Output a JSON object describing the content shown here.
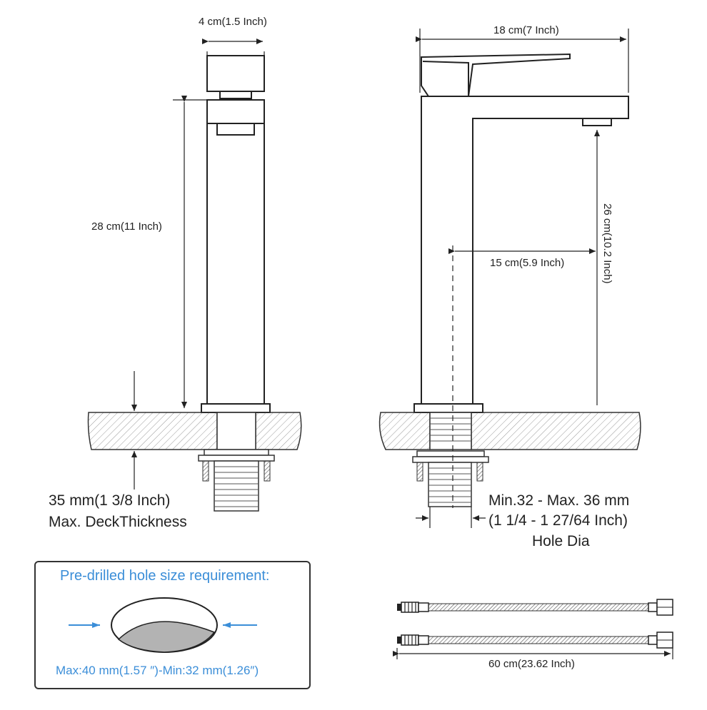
{
  "dimensions": {
    "top_width": "4 cm(1.5 Inch)",
    "overall_height": "28 cm(11 Inch)",
    "spout_length": "18 cm(7 Inch)",
    "spout_height": "26 cm(10.2 Inch)",
    "reach": "15 cm(5.9 Inch)"
  },
  "deck": {
    "line1": "35 mm(1 3/8 Inch)",
    "line2": "Max. DeckThickness"
  },
  "hole": {
    "line1": "Min.32 - Max. 36 mm",
    "line2": "(1 1/4 - 1 27/64 Inch)",
    "line3": "Hole Dia"
  },
  "predrill": {
    "title": "Pre-drilled hole size requirement:",
    "range": "Max:40 mm(1.57 ″)-Min:32 mm(1.26″)"
  },
  "hose": {
    "length": "60 cm(23.62 Inch)"
  },
  "colors": {
    "line": "#222222",
    "accent": "#3b8ed8",
    "hatch": "#9a9a9a",
    "hole_fill": "#b3b3b3"
  }
}
